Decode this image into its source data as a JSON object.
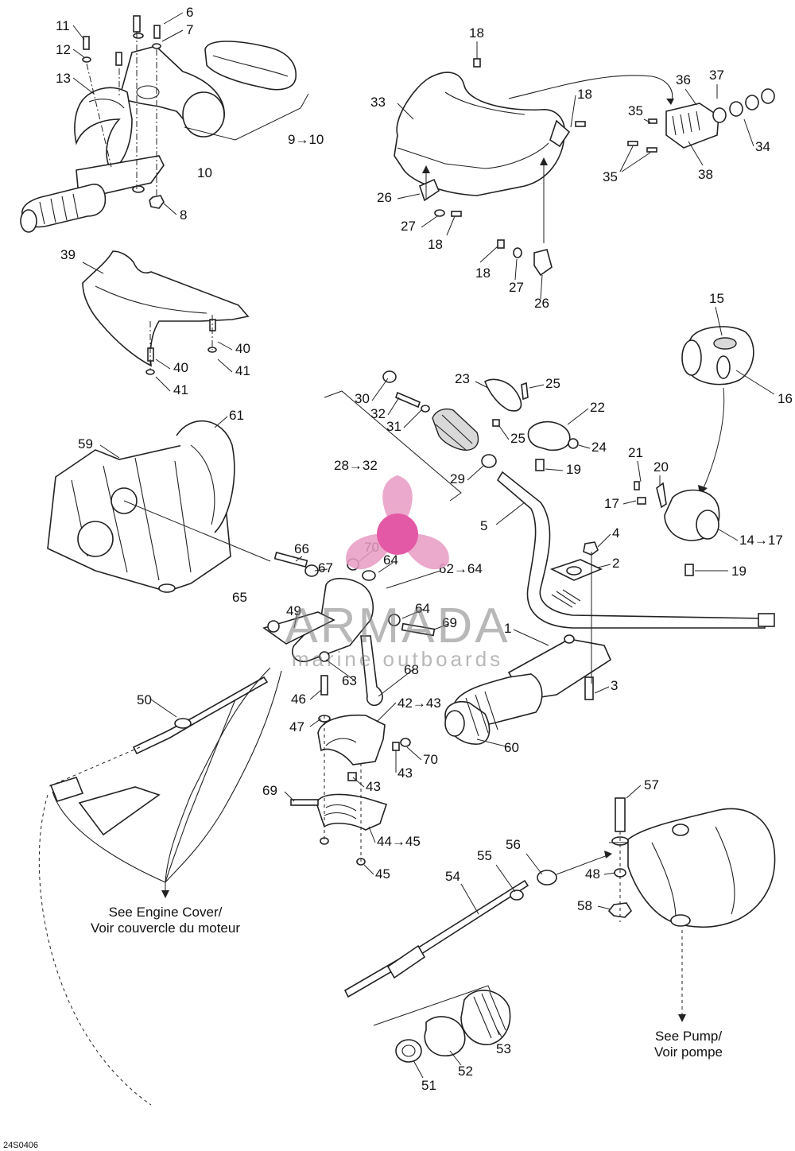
{
  "watermark": {
    "brand": "ARMADA",
    "tagline": "marine outboards",
    "accent_color": "#e89bc4"
  },
  "diagram_code": "24S0406",
  "notes": {
    "engine_cover_line1": "See Engine Cover/",
    "engine_cover_line2": "Voir couvercle du moteur",
    "pump_line1": "See Pump/",
    "pump_line2": "Voir pompe"
  },
  "callouts": {
    "c1": "1",
    "c2": "2",
    "c3": "3",
    "c4": "4",
    "c5": "5",
    "c6": "6",
    "c7": "7",
    "c8": "8",
    "c9_10": "9→10",
    "c10": "10",
    "c11": "11",
    "c12": "12",
    "c13": "13",
    "c14_17": "14→17",
    "c15": "15",
    "c16": "16",
    "c17": "17",
    "c18a": "18",
    "c18b": "18",
    "c18c": "18",
    "c18d": "18",
    "c19a": "19",
    "c19b": "19",
    "c20": "20",
    "c21": "21",
    "c22": "22",
    "c23": "23",
    "c24": "24",
    "c25a": "25",
    "c25b": "25",
    "c26a": "26",
    "c26b": "26",
    "c27a": "27",
    "c27b": "27",
    "c28_32": "28→32",
    "c29": "29",
    "c30": "30",
    "c31": "31",
    "c32": "32",
    "c33": "33",
    "c34": "34",
    "c35a": "35",
    "c35b": "35",
    "c36": "36",
    "c37": "37",
    "c38": "38",
    "c39": "39",
    "c40a": "40",
    "c40b": "40",
    "c41a": "41",
    "c41b": "41",
    "c42_43": "42→43",
    "c43a": "43",
    "c43b": "43",
    "c44_45": "44→45",
    "c45": "45",
    "c46": "46",
    "c47": "47",
    "c48": "48",
    "c49": "49",
    "c50": "50",
    "c51": "51",
    "c52": "52",
    "c53": "53",
    "c54": "54",
    "c55": "55",
    "c56": "56",
    "c57": "57",
    "c58": "58",
    "c59": "59",
    "c60": "60",
    "c61": "61",
    "c62_64": "62→64",
    "c63": "63",
    "c64a": "64",
    "c64b": "64",
    "c65": "65",
    "c66": "66",
    "c67": "67",
    "c68": "68",
    "c69a": "69",
    "c69b": "69",
    "c70a": "70",
    "c70b": "70"
  }
}
